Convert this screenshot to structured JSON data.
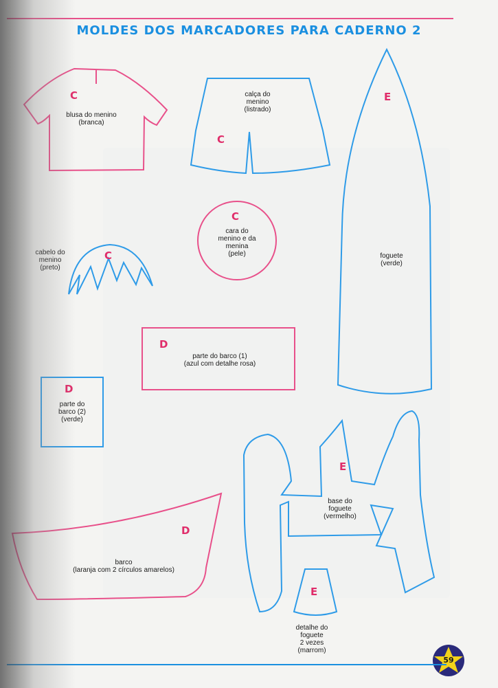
{
  "header": {
    "title": "MOLDES DOS MARCADORES PARA CADERNO 2"
  },
  "colors": {
    "pink": "#e8508a",
    "blue": "#2e9be8",
    "title_blue": "#1a8fe0",
    "letter_red": "#e02d6a"
  },
  "pieces": {
    "shirt": {
      "letter": "C",
      "label_1": "blusa do menino",
      "label_2": "(branca)"
    },
    "pants": {
      "letter_top": "",
      "label_1": "calça do",
      "label_2": "menino",
      "label_3": "(listrado)",
      "letter": "C"
    },
    "rocket": {
      "letter": "E",
      "label_1": "foguete",
      "label_2": "(verde)"
    },
    "face": {
      "letter": "C",
      "label_1": "cara do",
      "label_2": "menino e da",
      "label_3": "menina",
      "label_4": "(pele)"
    },
    "hair": {
      "letter": "C",
      "label_1": "cabelo do",
      "label_2": "menino",
      "label_3": "(preto)"
    },
    "boat_part_1": {
      "letter": "D",
      "label_1": "parte do barco (1)",
      "label_2": "(azul com detalhe rosa)"
    },
    "boat_part_2": {
      "letter": "D",
      "label_1": "parte do",
      "label_2": "barco (2)",
      "label_3": "(verde)"
    },
    "boat": {
      "letter": "D",
      "label_1": "barco",
      "label_2": "(laranja com 2 círculos amarelos)"
    },
    "rocket_base": {
      "letter": "E",
      "label_1": "base do",
      "label_2": "foguete",
      "label_3": "(vermelho)"
    },
    "rocket_detail": {
      "letter": "E",
      "label_1": "detalhe do",
      "label_2": "foguete",
      "label_3": "2 vezes",
      "label_4": "(marrom)"
    }
  },
  "footer": {
    "page_number": "59"
  }
}
